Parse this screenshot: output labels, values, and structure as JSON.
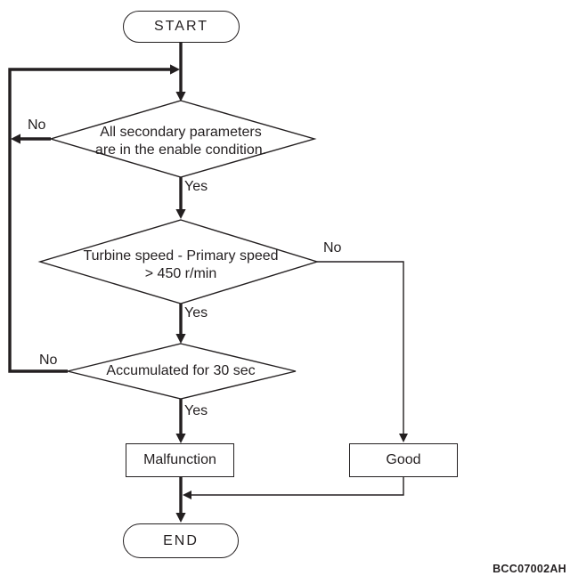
{
  "figure": {
    "code": "BCC07002AH",
    "colors": {
      "line": "#231f20",
      "background": "#ffffff"
    }
  },
  "flowchart": {
    "start_label": "START",
    "end_label": "END",
    "decisions": {
      "enable_condition": {
        "line1": "All secondary parameters",
        "line2": "are in the enable condition.",
        "no": "No",
        "yes": "Yes"
      },
      "speed_difference": {
        "line1": "Turbine speed - Primary speed",
        "line2": "> 450 r/min",
        "no": "No",
        "yes": "Yes"
      },
      "accumulated_time": {
        "line1": "Accumulated for 30 sec",
        "no": "No",
        "yes": "Yes"
      }
    },
    "results": {
      "malfunction": "Malfunction",
      "good": "Good"
    }
  }
}
